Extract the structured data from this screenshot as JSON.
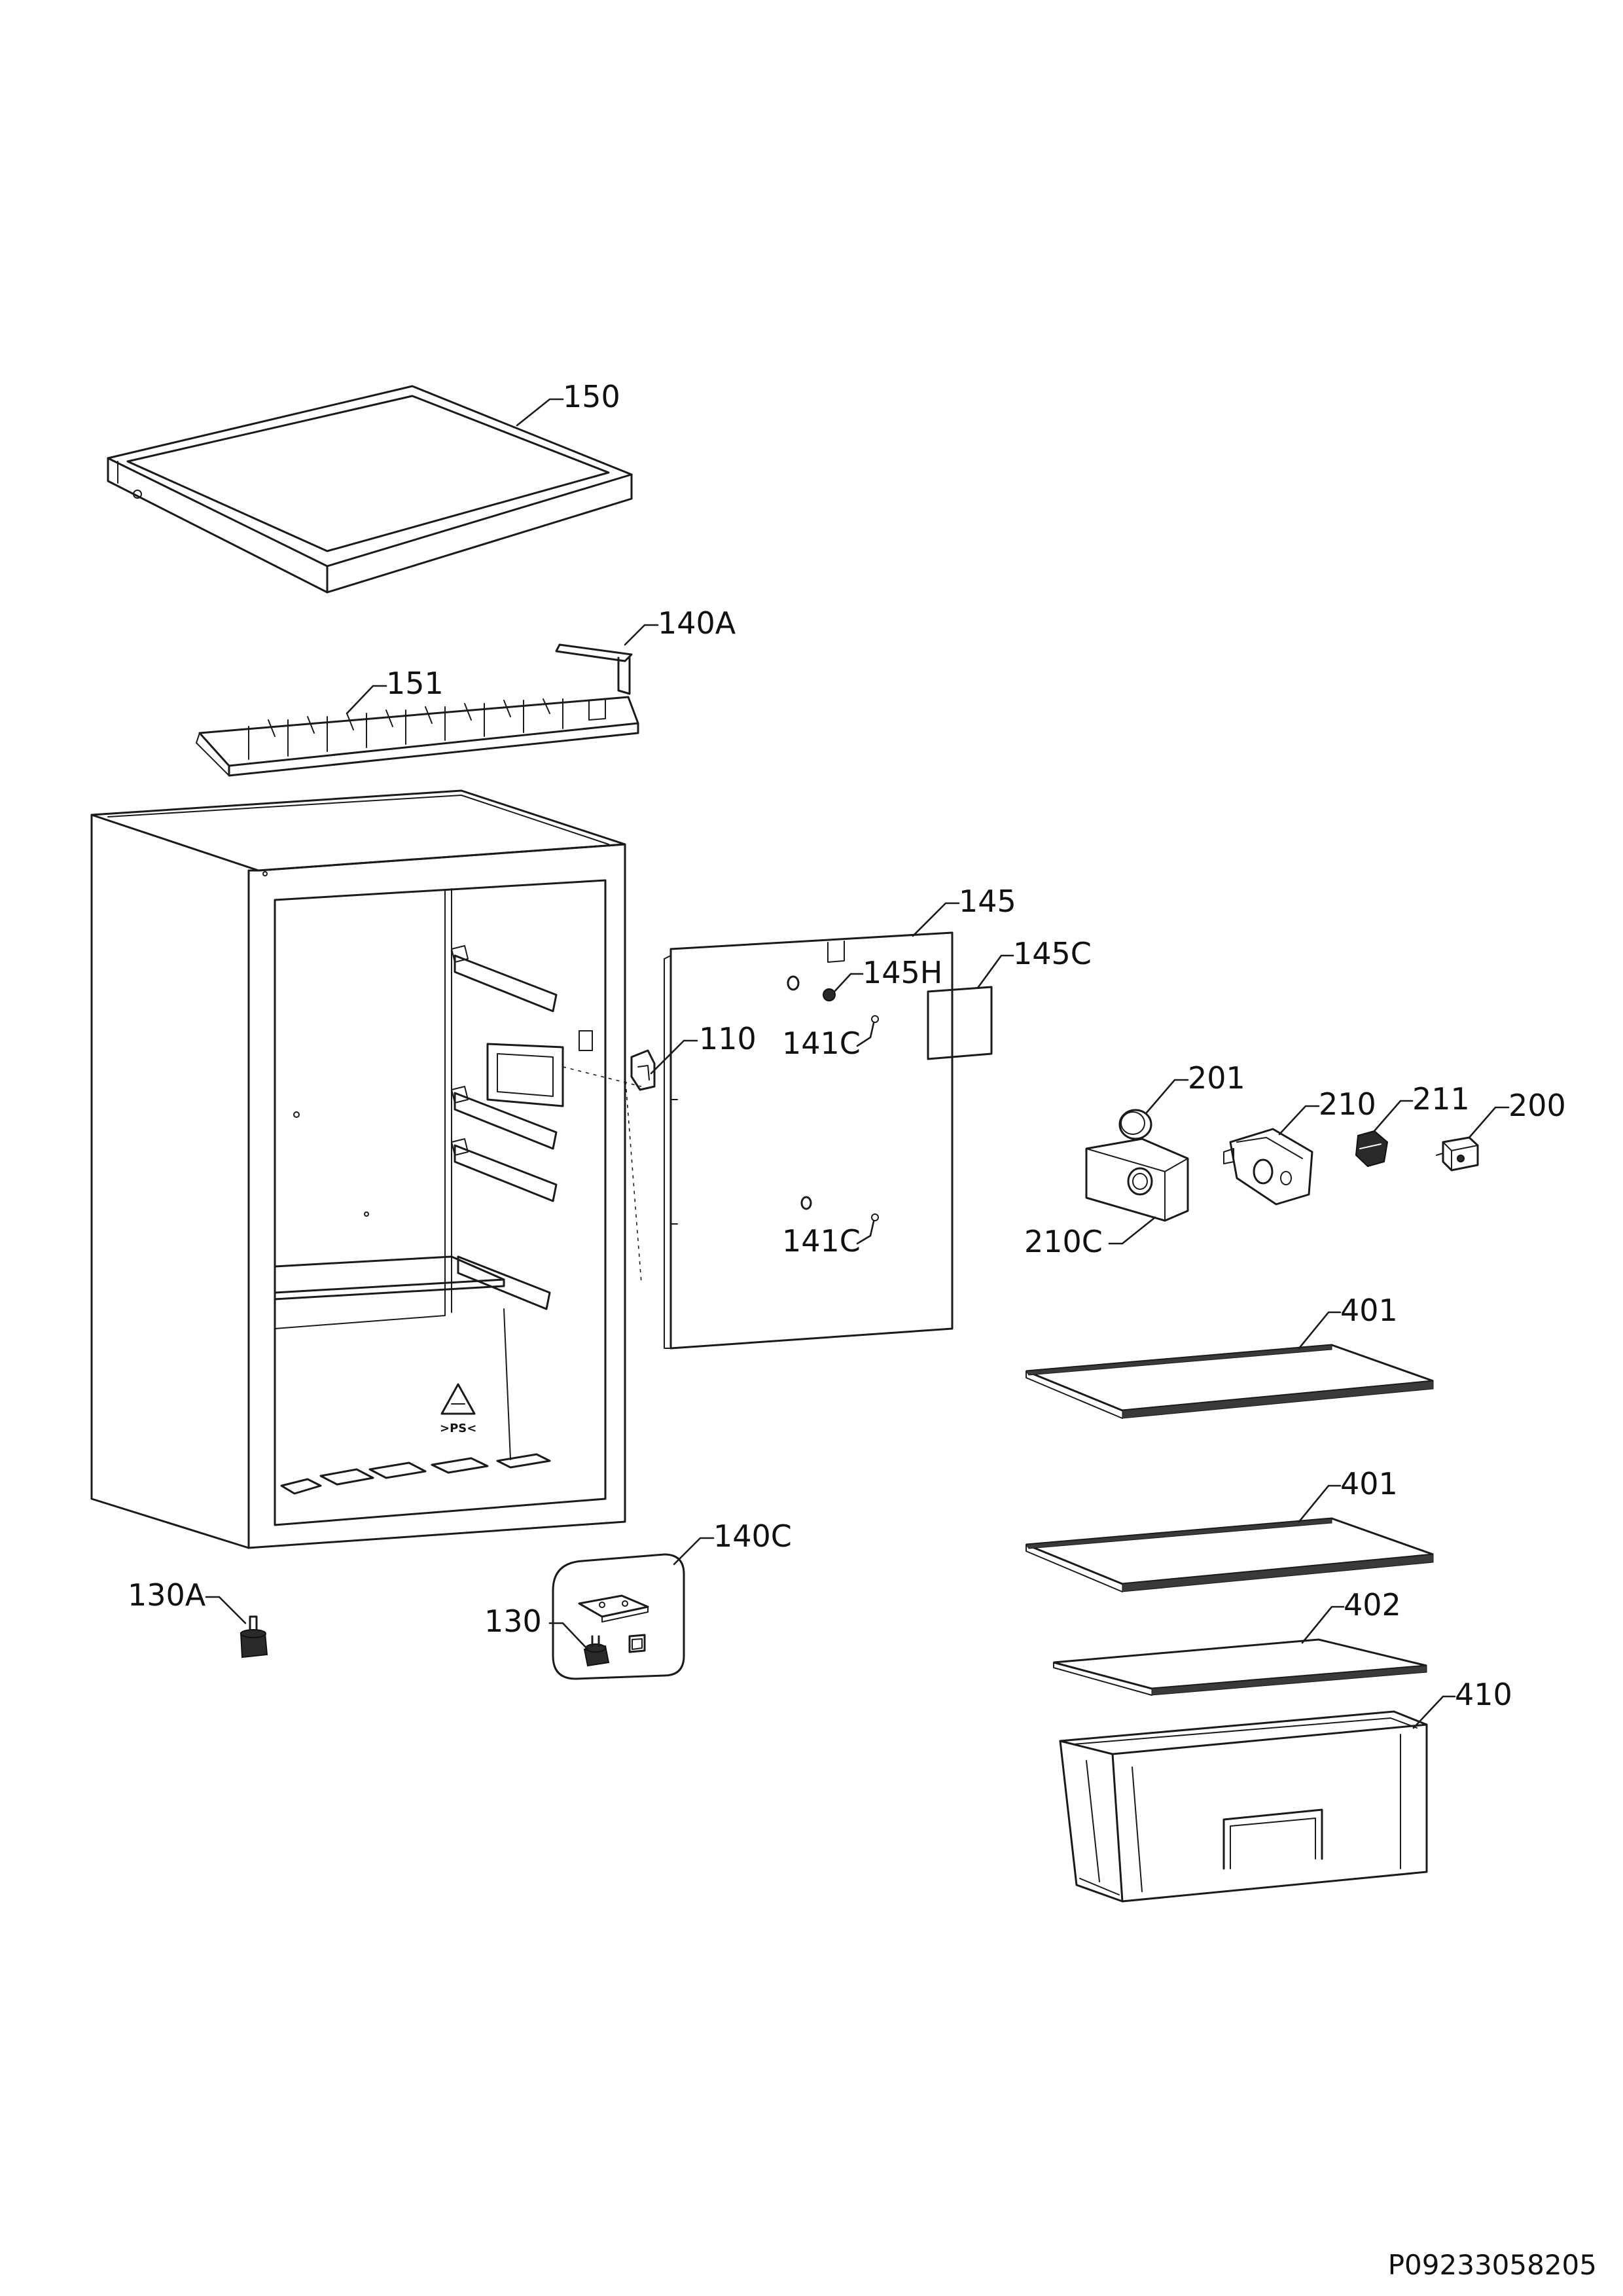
{
  "document_code": "P09233058205",
  "recycling_mark": ">PS<",
  "parts": [
    {
      "id": "lid",
      "label": "150"
    },
    {
      "id": "lid-frame",
      "label": "151"
    },
    {
      "id": "hinge-pin",
      "label": "140A"
    },
    {
      "id": "door",
      "label": "145"
    },
    {
      "id": "door-handle",
      "label": "145H"
    },
    {
      "id": "door-label",
      "label": "145C"
    },
    {
      "id": "door-screw-top",
      "label": "141C"
    },
    {
      "id": "door-screw-bottom",
      "label": "141C"
    },
    {
      "id": "hinge",
      "label": "110"
    },
    {
      "id": "knob",
      "label": "201"
    },
    {
      "id": "thermostat-housing",
      "label": "210"
    },
    {
      "id": "thermostat",
      "label": "211"
    },
    {
      "id": "lamp",
      "label": "200"
    },
    {
      "id": "thermostat-cover",
      "label": "210C"
    },
    {
      "id": "shelf-upper",
      "label": "401"
    },
    {
      "id": "shelf-middle",
      "label": "401"
    },
    {
      "id": "crisper-cover",
      "label": "402"
    },
    {
      "id": "crisper",
      "label": "410"
    },
    {
      "id": "foot-adjustable",
      "label": "130A"
    },
    {
      "id": "foot",
      "label": "130"
    },
    {
      "id": "accessory-kit",
      "label": "140C"
    }
  ]
}
